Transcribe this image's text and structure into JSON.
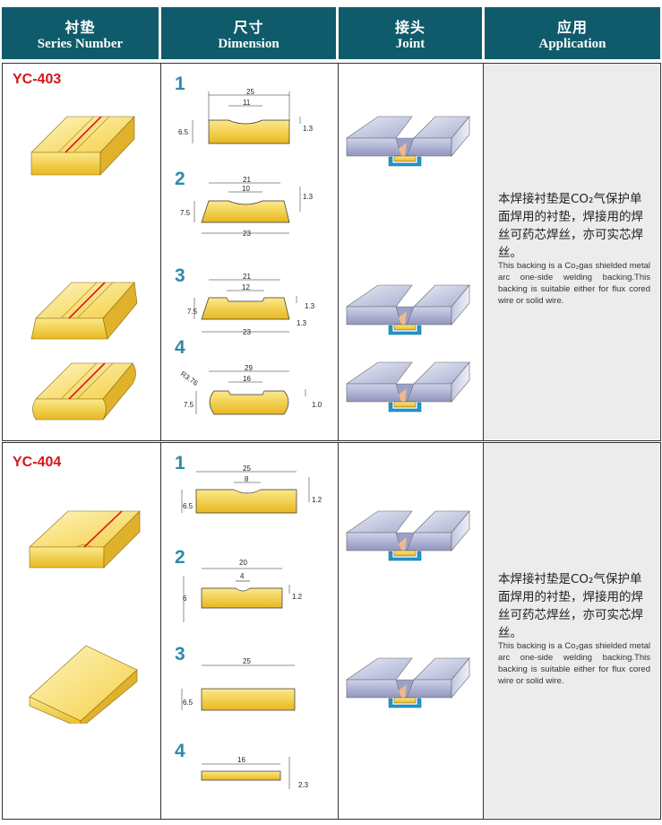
{
  "header": {
    "series_zh": "衬垫",
    "series_en": "Series Number",
    "dimension_zh": "尺寸",
    "dimension_en": "Dimension",
    "joint_zh": "接头",
    "joint_en": "Joint",
    "application_zh": "应用",
    "application_en": "Application"
  },
  "colors": {
    "header_bg": "#0f5b6b",
    "series_red": "#d6141a",
    "number_blue": "#2e8aa8",
    "backing_yellow": "#f5d24a",
    "app_bg": "#ececec"
  },
  "rows": [
    {
      "series": "YC-403",
      "items": [
        {
          "num": "1",
          "dims": [
            "25",
            "11",
            "6.5",
            "1.3"
          ]
        },
        {
          "num": "2",
          "dims": [
            "21",
            "10",
            "7.5",
            "1.3",
            "23"
          ]
        },
        {
          "num": "3",
          "dims": [
            "21",
            "12",
            "7.5",
            "1.3",
            "1.3",
            "23"
          ]
        },
        {
          "num": "4",
          "dims": [
            "R3.76",
            "29",
            "16",
            "7.5",
            "1.0"
          ]
        }
      ],
      "application_zh": "本焊接衬垫是CO₂气保护单面焊用的衬垫，焊接用的焊丝可药芯焊丝，亦可实芯焊丝。",
      "application_en": "This backing is a Co₂gas shielded metal arc one-side welding backing.This backing is suitable either for flux cored wire or solid wire."
    },
    {
      "series": "YC-404",
      "items": [
        {
          "num": "1",
          "dims": [
            "25",
            "8",
            "6.5",
            "1.2"
          ]
        },
        {
          "num": "2",
          "dims": [
            "20",
            "4",
            "6",
            "1.2"
          ]
        },
        {
          "num": "3",
          "dims": [
            "25",
            "6.5"
          ]
        },
        {
          "num": "4",
          "dims": [
            "16",
            "2.3"
          ]
        }
      ],
      "application_zh": "本焊接衬垫是CO₂气保护单面焊用的衬垫，焊接用的焊丝可药芯焊丝，亦可实芯焊丝。",
      "application_en": "This backing is a Co₂gas shielded metal arc one-side welding backing.This backing is suitable either for flux cored wire or solid wire."
    }
  ]
}
